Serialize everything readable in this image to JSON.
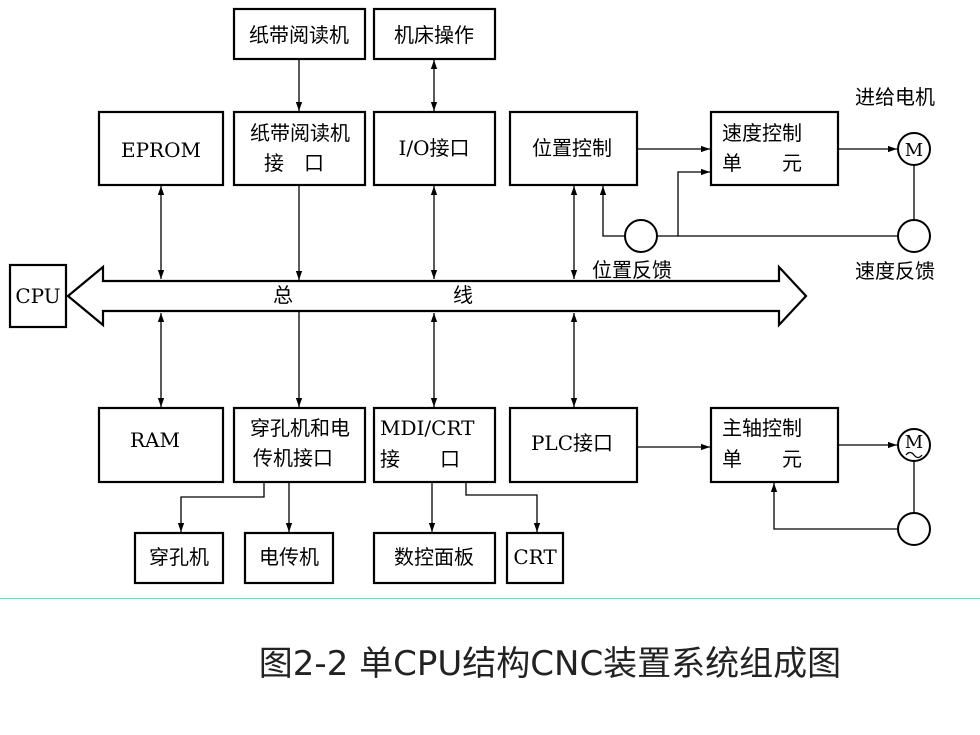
{
  "colors": {
    "line": "#000000",
    "background": "#ffffff",
    "divider": "#7fd6c4",
    "caption": "#222222"
  },
  "boxes": {
    "tape_reader": "纸带阅读机",
    "machine_ops": "机床操作",
    "eprom": "EPROM",
    "tape_reader_if_1": "纸带阅读机",
    "tape_reader_if_2": "接　口",
    "io_if": "I/O接口",
    "position_control": "位置控制",
    "speed_unit_1": "速度控制",
    "speed_unit_2": "单　　元",
    "cpu": "CPU",
    "ram": "RAM",
    "punch_if_1": "穿孔机和电",
    "punch_if_2": "传机接口",
    "mdi_crt_if_1": "MDI/CRT",
    "mdi_crt_if_2": "接　　口",
    "plc_if": "PLC接口",
    "spindle_unit_1": "主轴控制",
    "spindle_unit_2": "单　　元",
    "punch": "穿孔机",
    "teletype": "电传机",
    "nc_panel": "数控面板",
    "crt": "CRT"
  },
  "labels": {
    "feed_motor": "进给电机",
    "position_feedback": "位置反馈",
    "speed_feedback": "速度反馈",
    "bus_left": "总",
    "bus_right": "线",
    "motor_m": "M",
    "spindle_m": "M"
  },
  "caption": "图2-2 单CPU结构CNC装置系统组成图"
}
